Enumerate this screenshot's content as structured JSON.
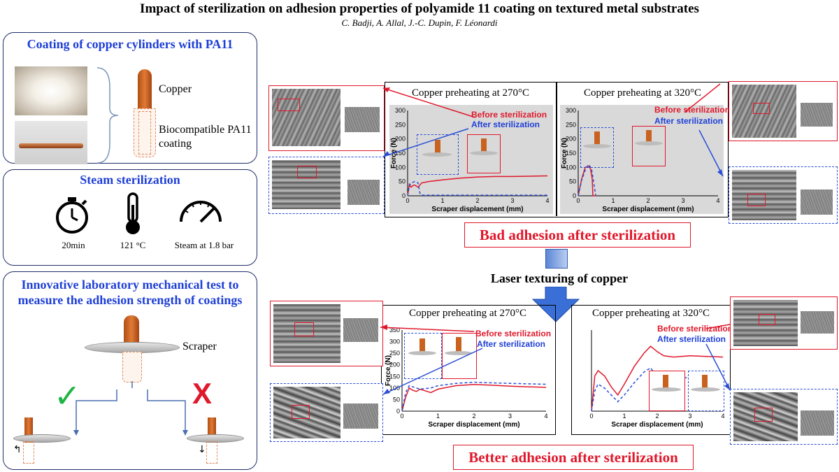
{
  "header": {
    "title": "Impact of sterilization on adhesion properties of polyamide 11 coating on textured metal substrates",
    "authors": "C. Badji, A. Allal, J.-C. Dupin, F. Léonardi"
  },
  "left": {
    "coating": {
      "title": "Coating of copper cylinders with PA11",
      "copper_label": "Copper",
      "coating_label_1": "Biocompatible PA11",
      "coating_label_2": "coating"
    },
    "steam": {
      "title": "Steam sterilization",
      "items": [
        {
          "icon": "stopwatch-icon",
          "label": "20min"
        },
        {
          "icon": "thermometer-icon",
          "label": "121 °C"
        },
        {
          "icon": "gauge-icon",
          "label": "Steam at 1.8 bar"
        }
      ]
    },
    "test": {
      "title_1": "Innovative laboratory mechanical test to",
      "title_2": "measure the adhesion strength of coatings",
      "scraper_label": "Scraper",
      "check_symbol": "✓",
      "cross_symbol": "X"
    }
  },
  "colors": {
    "accent_blue": "#1e3fd6",
    "before_red": "#e0182b",
    "after_blue": "#2a4fd6",
    "copper": "#c8621e",
    "check_green": "#1fb542"
  },
  "right": {
    "middle_label": "Laser texturing of copper",
    "bad_banner": "Bad adhesion after sterilization",
    "better_banner": "Better adhesion after sterilization"
  },
  "chart_data": [
    {
      "type": "line",
      "title": "Copper preheating at 270°C",
      "xlabel": "Scraper displacement (mm)",
      "ylabel": "Force (N)",
      "xlim": [
        0,
        4
      ],
      "ylim": [
        0,
        300
      ],
      "xticks": [
        "0",
        "1",
        "2",
        "3",
        "4"
      ],
      "yticks": [
        "0",
        "50",
        "100",
        "150",
        "200",
        "250",
        "300"
      ],
      "series": [
        {
          "name": "Before sterilization",
          "x": [
            0,
            0.05,
            0.1,
            0.15,
            0.2,
            0.3,
            0.4,
            0.6,
            1,
            1.5,
            2,
            2.5,
            3,
            3.5,
            4
          ],
          "y": [
            0,
            40,
            30,
            36,
            38,
            30,
            45,
            50,
            56,
            62,
            66,
            68,
            68,
            69,
            70
          ]
        },
        {
          "name": "After sterilization",
          "x": [
            0,
            0.05,
            0.1,
            0.2,
            0.3,
            0.35,
            0.4,
            1,
            2,
            3,
            4
          ],
          "y": [
            0,
            35,
            45,
            50,
            45,
            10,
            2,
            2,
            2,
            2,
            2
          ]
        }
      ]
    },
    {
      "type": "line",
      "title": "Copper preheating at 320°C",
      "xlabel": "Scraper displacement (mm)",
      "ylabel": "Force (N)",
      "xlim": [
        0,
        4
      ],
      "ylim": [
        0,
        300
      ],
      "xticks": [
        "0",
        "1",
        "2",
        "3",
        "4"
      ],
      "yticks": [
        "0",
        "50",
        "100",
        "150",
        "200",
        "250",
        "300"
      ],
      "series": [
        {
          "name": "Before sterilization",
          "x": [
            0,
            0.1,
            0.2,
            0.3,
            0.35,
            0.4,
            0.42,
            0.5
          ],
          "y": [
            0,
            60,
            100,
            105,
            95,
            60,
            0,
            0
          ]
        },
        {
          "name": "After sterilization",
          "x": [
            0,
            0.1,
            0.2,
            0.3,
            0.38,
            0.44,
            0.5
          ],
          "y": [
            0,
            55,
            90,
            110,
            95,
            50,
            0
          ]
        }
      ]
    },
    {
      "type": "line",
      "title": "Copper preheating at 270°C",
      "xlabel": "Scraper displacement (mm)",
      "ylabel": "Force (N)",
      "xlim": [
        0,
        4
      ],
      "ylim": [
        0,
        350
      ],
      "xticks": [
        "0",
        "1",
        "2",
        "3",
        "4"
      ],
      "yticks": [
        "0",
        "50",
        "100",
        "150",
        "200",
        "250",
        "300",
        "350"
      ],
      "series": [
        {
          "name": "Before sterilization",
          "x": [
            0,
            0.1,
            0.2,
            0.3,
            0.4,
            0.5,
            0.6,
            0.8,
            1,
            1.5,
            2,
            2.5,
            3,
            3.5,
            4
          ],
          "y": [
            0,
            60,
            100,
            90,
            85,
            95,
            90,
            80,
            95,
            110,
            115,
            112,
            108,
            105,
            103
          ]
        },
        {
          "name": "After sterilization",
          "x": [
            0,
            0.1,
            0.2,
            0.3,
            0.5,
            0.8,
            1,
            1.5,
            2,
            2.5,
            3,
            3.5,
            4
          ],
          "y": [
            0,
            80,
            110,
            105,
            95,
            100,
            110,
            120,
            125,
            122,
            120,
            118,
            116
          ]
        }
      ]
    },
    {
      "type": "line",
      "title": "Copper preheating at 320°C",
      "xlabel": "Scraper displacement (mm)",
      "ylabel": "",
      "xlim": [
        0,
        4
      ],
      "ylim": [
        0,
        600
      ],
      "xticks": [
        "0",
        "1",
        "2",
        "3",
        "4"
      ],
      "yticks": [],
      "series": [
        {
          "name": "Before sterilization",
          "x": [
            0,
            0.1,
            0.2,
            0.4,
            0.6,
            0.8,
            1,
            1.3,
            1.6,
            1.8,
            2,
            2.2,
            2.5,
            3,
            3.5,
            4
          ],
          "y": [
            0,
            260,
            300,
            260,
            180,
            120,
            200,
            330,
            430,
            480,
            440,
            410,
            400,
            410,
            405,
            400
          ]
        },
        {
          "name": "After sterilization",
          "x": [
            0,
            0.1,
            0.2,
            0.4,
            0.6,
            0.8,
            1,
            1.3,
            1.6,
            1.8,
            2,
            2.2,
            2.5,
            3,
            3.5,
            4
          ],
          "y": [
            0,
            150,
            200,
            170,
            120,
            70,
            120,
            210,
            290,
            320,
            250,
            220,
            240,
            250,
            240,
            235
          ]
        }
      ]
    }
  ],
  "chart_labels": {
    "before": "Before sterilization",
    "after": "After sterilization"
  }
}
